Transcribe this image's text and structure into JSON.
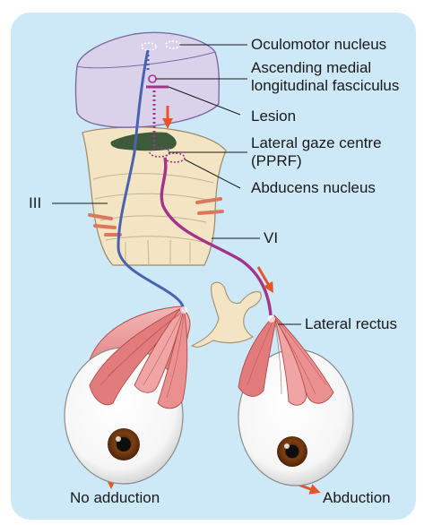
{
  "labels": {
    "oculomotor_nucleus": "Oculomotor nucleus",
    "mlf_line1": "Ascending medial",
    "mlf_line2": "longitudinal fasciculus",
    "lesion": "Lesion",
    "lateral_gaze_line1": "Lateral gaze centre",
    "lateral_gaze_line2": "(PPRF)",
    "abducens_nucleus": "Abducens nucleus",
    "cn3": "III",
    "cn6": "VI",
    "lateral_rectus": "Lateral rectus",
    "no_adduction": "No adduction",
    "abduction": "Abduction"
  },
  "colors": {
    "background": "#cde8f7",
    "third_nerve": "#4a63b0",
    "sixth_nerve": "#a2348a",
    "arrow": "#e8542a",
    "midbrain": "#d9d2ea",
    "pons": "#f3e4c4",
    "muscle": "#e88a8a",
    "iris": "#7a3e12"
  }
}
